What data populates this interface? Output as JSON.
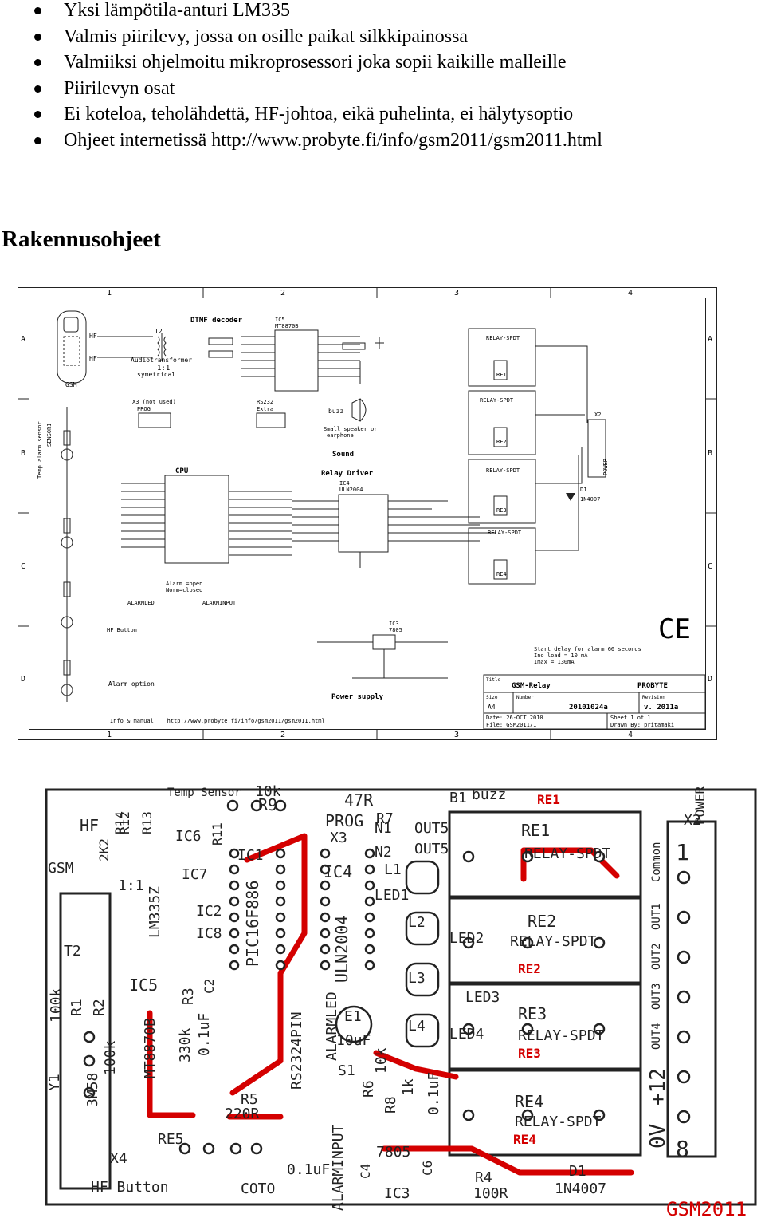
{
  "bullets": [
    "Yksi lämpötila-anturi LM335",
    "Valmis piirilevy, jossa on osille paikat silkkipainossa",
    "Valmiiksi ohjelmoitu mikroprosessori joka sopii kaikille malleille",
    "Piirilevyn osat",
    "Ei koteloa, teholähdettä, HF-johtoa, eikä puhelinta, ei hälytysoptio",
    "Ohjeet internetissä http://www.probyte.fi/info/gsm2011/gsm2011.html"
  ],
  "section_title": "Rakennusohjeet",
  "schematic": {
    "col_labels": [
      "1",
      "2",
      "3",
      "4"
    ],
    "row_labels": [
      "A",
      "B",
      "C",
      "D"
    ],
    "dtmf_title": "DTMF decoder",
    "ic5_name": "IC5",
    "ic5_part": "MT8870B",
    "audiotransformer": "Audiotransformer",
    "ratio": "1:1",
    "symmetrical": "symetrical",
    "gsm": "GSM",
    "hf": "HF",
    "cpu": "CPU",
    "relay_driver": "Relay Driver",
    "ic4_name": "IC4",
    "ic4_part": "ULN2004",
    "sound": "Sound",
    "buzz": "buzz",
    "speaker_note_1": "Small speaker or",
    "speaker_note_2": "earphone",
    "rs232": "RS232",
    "extra": "Extra",
    "x3_label": "X3 (not used)",
    "prog": "PROG",
    "relay_spdt": "RELAY-SPDT",
    "re_labels": [
      "RE1",
      "RE2",
      "RE3",
      "RE4"
    ],
    "power_header": "POWER",
    "x2": "X2",
    "d1": "D1",
    "d1_part": "1N4007",
    "power_supply": "Power supply",
    "ic3_name": "IC3",
    "ic3_part": "7805",
    "alarm_option": "Alarm option",
    "hf_button": "HF Button",
    "alarmled": "ALARMLED",
    "alarminput": "ALARMINPUT",
    "alarm_note_1": "Alarm =open",
    "alarm_note_2": "Norm=closed",
    "start_delay_1": "Start delay for alarm 60 seconds",
    "start_delay_2": "Ino load = 10 mA",
    "start_delay_3": "Imax = 130mA",
    "sensor_note": "Temp alarm sensor",
    "sensor1": "SENSOR1",
    "title_label": "Title",
    "title_value": "GSM-Relay",
    "company": "PROBYTE",
    "size_label": "Size",
    "size_value": "A4",
    "number_label": "Number",
    "number_value": "20101024a",
    "revision_label": "Revision",
    "revision_value": "v. 2011a",
    "date_line": "Date: 26-OCT 2010",
    "file_line": "File: GSM2011/1",
    "sheet_line": "Sheet 1 of 1",
    "drawn_line": "Drawn By: pritamaki",
    "footer": "Info & manual    http://www.probyte.fi/info/gsm2011/gsm2011.html",
    "ce": "CE"
  },
  "pcb": {
    "temp_sensor": "Temp Sensor",
    "r10k": "10k",
    "r9": "R9",
    "r47r": "47R",
    "b1": "B1",
    "buzz": "buzz",
    "re1_red": "RE1",
    "re2_red": "RE2",
    "re3_red": "RE3",
    "re4_red": "RE4",
    "hf": "HF",
    "gsm": "GSM",
    "t2": "T2",
    "ratio": "1:1",
    "prog": "PROG",
    "x3": "X3",
    "r7": "R7",
    "ic1": "IC1",
    "ic4": "IC4",
    "ic5": "IC5",
    "ic6": "IC6",
    "ic7": "IC7",
    "ic2": "IC2",
    "ic8": "IC8",
    "ic3": "IC3",
    "pic": "PIC16F886",
    "uln": "ULN2004",
    "mt": "MT8870B",
    "rs232pin": "RS2324PIN",
    "alarmled": "ALARMLED",
    "alarminput": "ALARMINPUT",
    "n1": "N1",
    "n2": "N2",
    "out5": "OUT5",
    "l1": "L1",
    "l2": "L2",
    "l3": "L3",
    "l4": "L4",
    "led1": "LED1",
    "led2": "LED2",
    "led3": "LED3",
    "led4": "LED4",
    "re1": "RE1",
    "re2": "RE2",
    "re3": "RE3",
    "re4": "RE4",
    "relay_spdt": "RELAY-SPDT",
    "x2": "X2",
    "power": "POWER",
    "common": "Common",
    "out1": "OUT1",
    "out2": "OUT2",
    "out3": "OUT3",
    "out4": "OUT4",
    "zero_v": "0V",
    "plus12": "+12",
    "pin1": "1",
    "pin8": "8",
    "e1": "E1",
    "cap10u": "10uF",
    "cap01a": "0.1uF",
    "cap01b": "0.1uF",
    "cap01c": "0.1uF",
    "r1": "R1",
    "r2": "R2",
    "r3": "R3",
    "r4": "R4",
    "r5": "R5",
    "r6": "R6",
    "r8": "R8",
    "r11": "R11",
    "r12": "R12",
    "r13": "R13",
    "r14": "R14",
    "r220": "220R",
    "r100k_a": "100k",
    "r100k_b": "100k",
    "r330k": "330k",
    "r1k": "1k",
    "r10k_b": "10k",
    "r100r": "100R",
    "lm335": "LM335Z",
    "c2": "C2",
    "c4": "C4",
    "c6": "C6",
    "s1": "S1",
    "y1": "Y1",
    "m358": "3M58",
    "re5": "RE5",
    "x4": "X4",
    "hf_button": "HF Button",
    "coto": "COTO",
    "v7805": "7805",
    "d1": "D1",
    "n4007": "1N4007",
    "r2k2": "2K2",
    "brand": "GSM2011"
  }
}
